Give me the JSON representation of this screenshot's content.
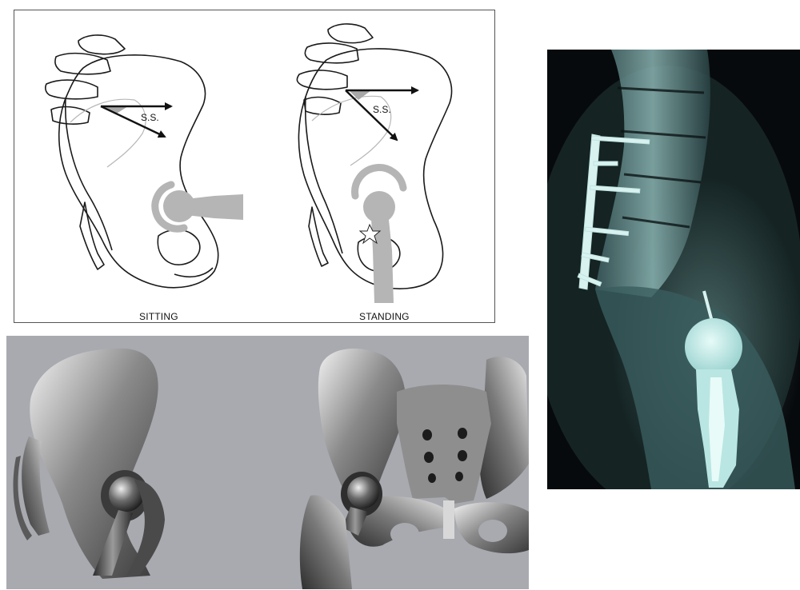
{
  "diagram": {
    "sitting": {
      "caption": "SITTING",
      "angle_label": "S.S."
    },
    "standing": {
      "caption": "STANDING",
      "angle_label": "S.S."
    }
  },
  "colors": {
    "outline": "#1a1a1a",
    "implant_gray": "#b5b5b5",
    "render_background": "#a8aab0",
    "xray_background": "#070a0c",
    "xray_bone": "#8fc4c2"
  },
  "panels": [
    "sacral-slope-line-diagram",
    "pelvis-3d-render",
    "lateral-xray"
  ]
}
